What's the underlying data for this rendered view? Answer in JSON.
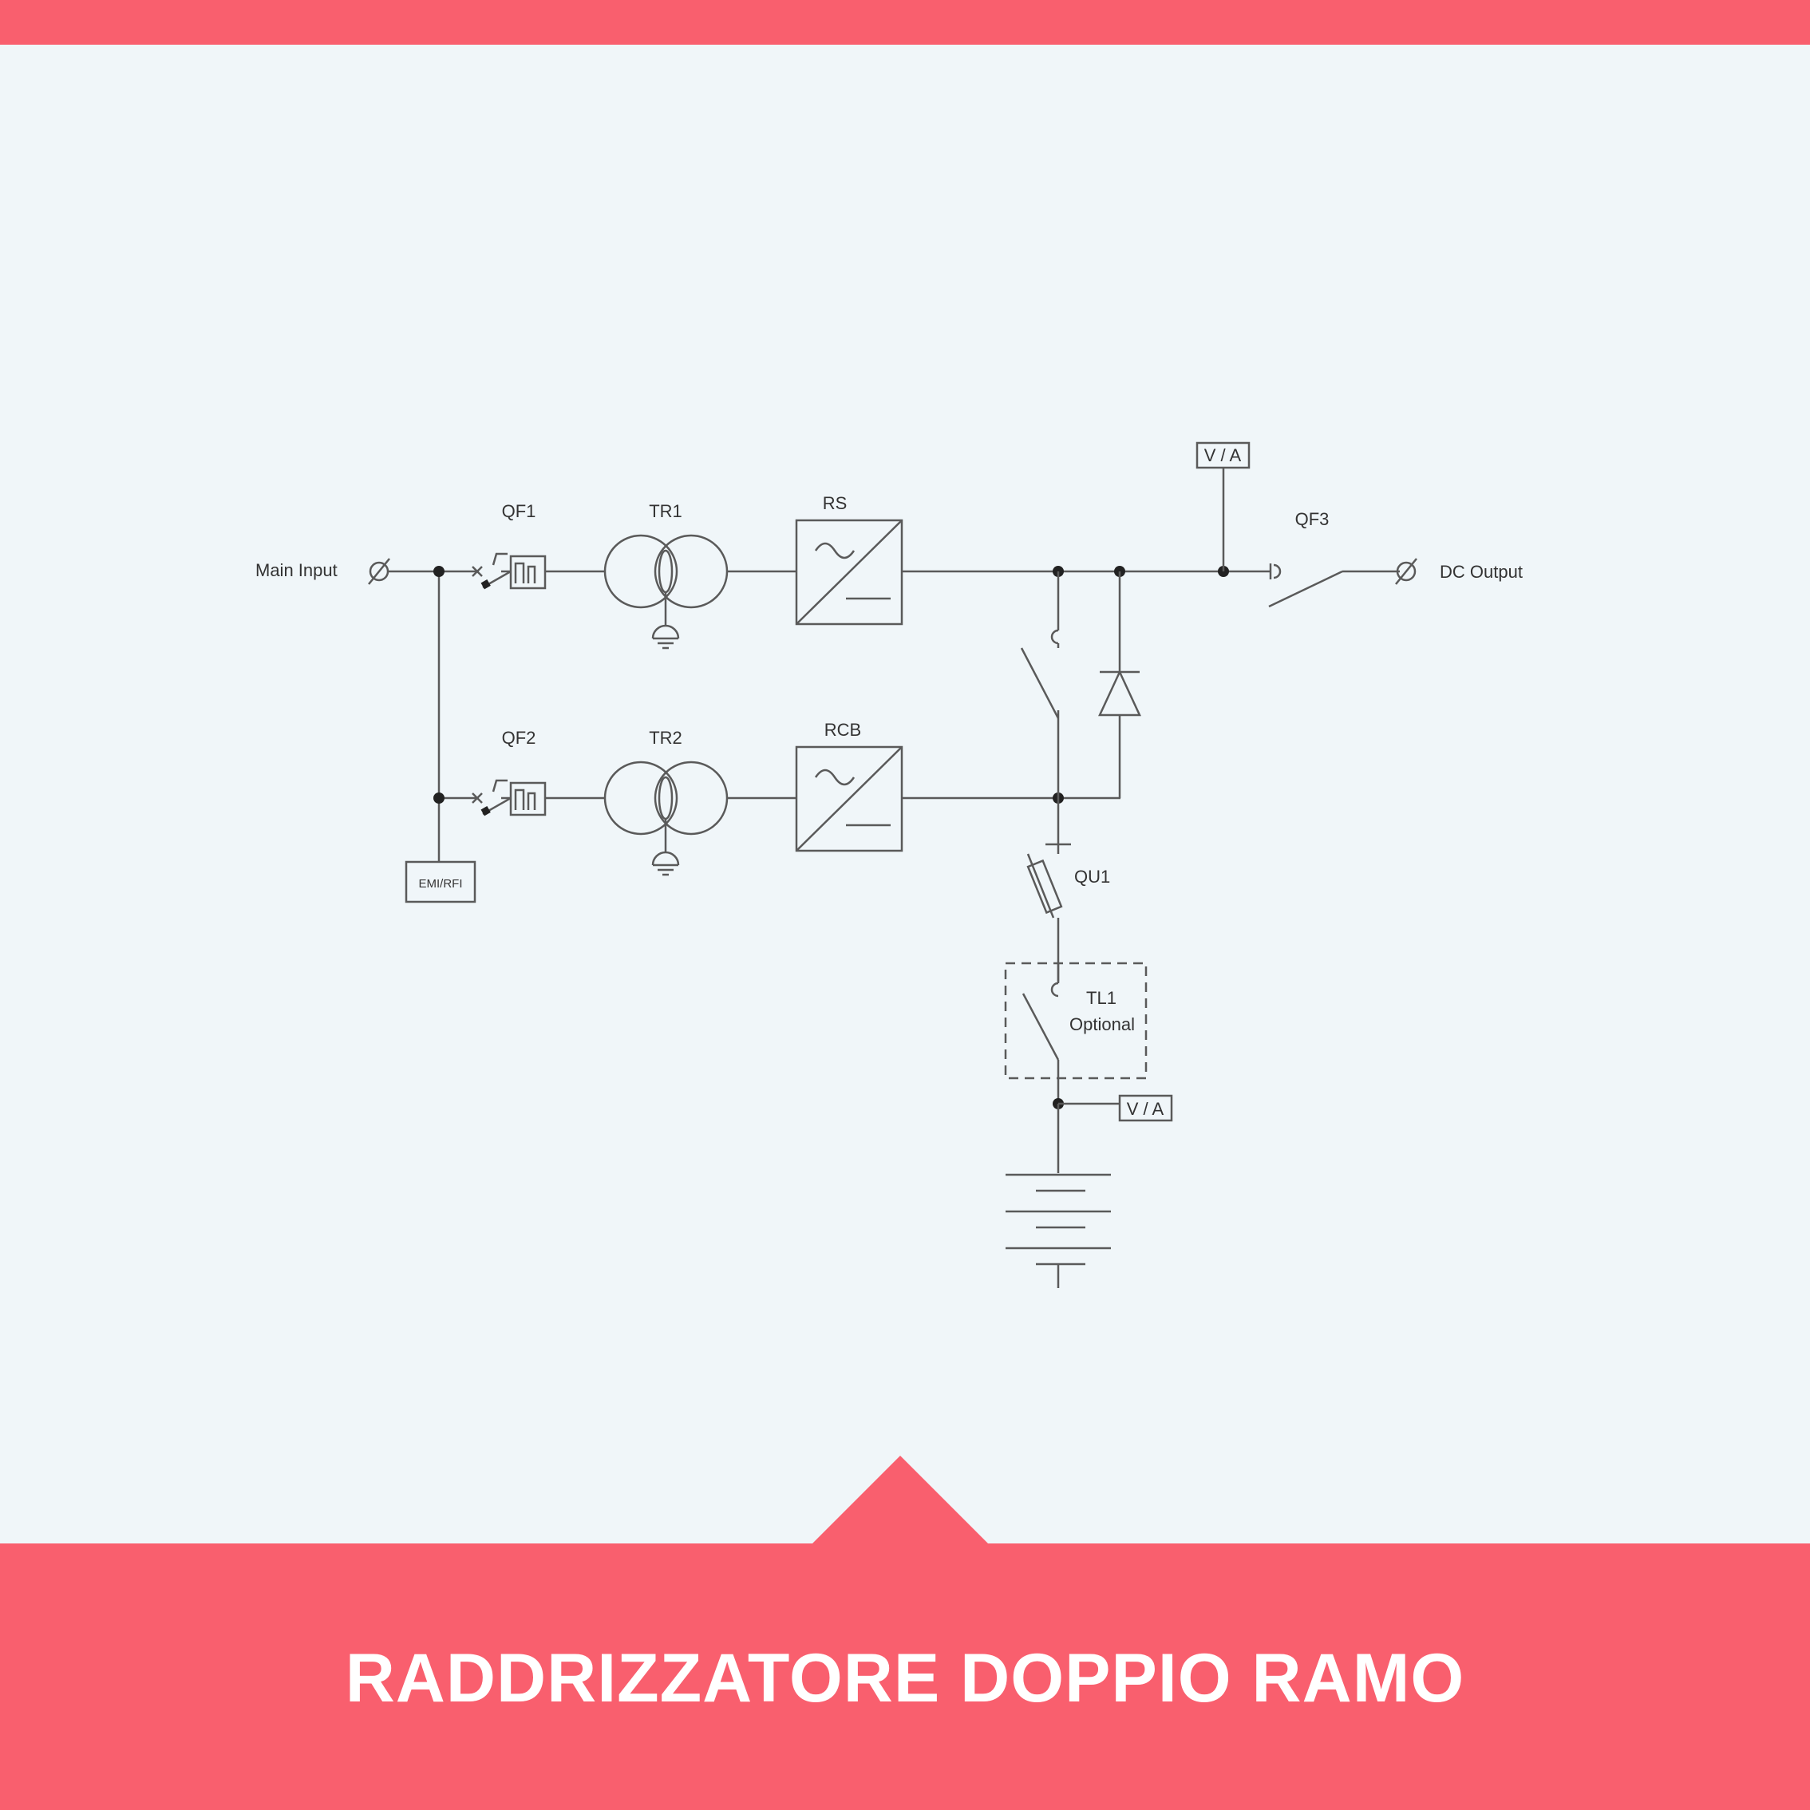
{
  "diagram": {
    "labels": {
      "main_input": "Main Input",
      "qf1": "QF1",
      "qf2": "QF2",
      "tr1": "TR1",
      "tr2": "TR2",
      "rs": "RS",
      "rcb": "RCB",
      "va_top": "V / A",
      "qf3": "QF3",
      "dc_output": "DC Output",
      "emi_rfi": "EMI/RFI",
      "qu1": "QU1",
      "tl1": "TL1",
      "optional": "Optional",
      "va_bottom": "V / A"
    }
  },
  "footer": {
    "title": "RADDRIZZATORE DOPPIO RAMO"
  }
}
